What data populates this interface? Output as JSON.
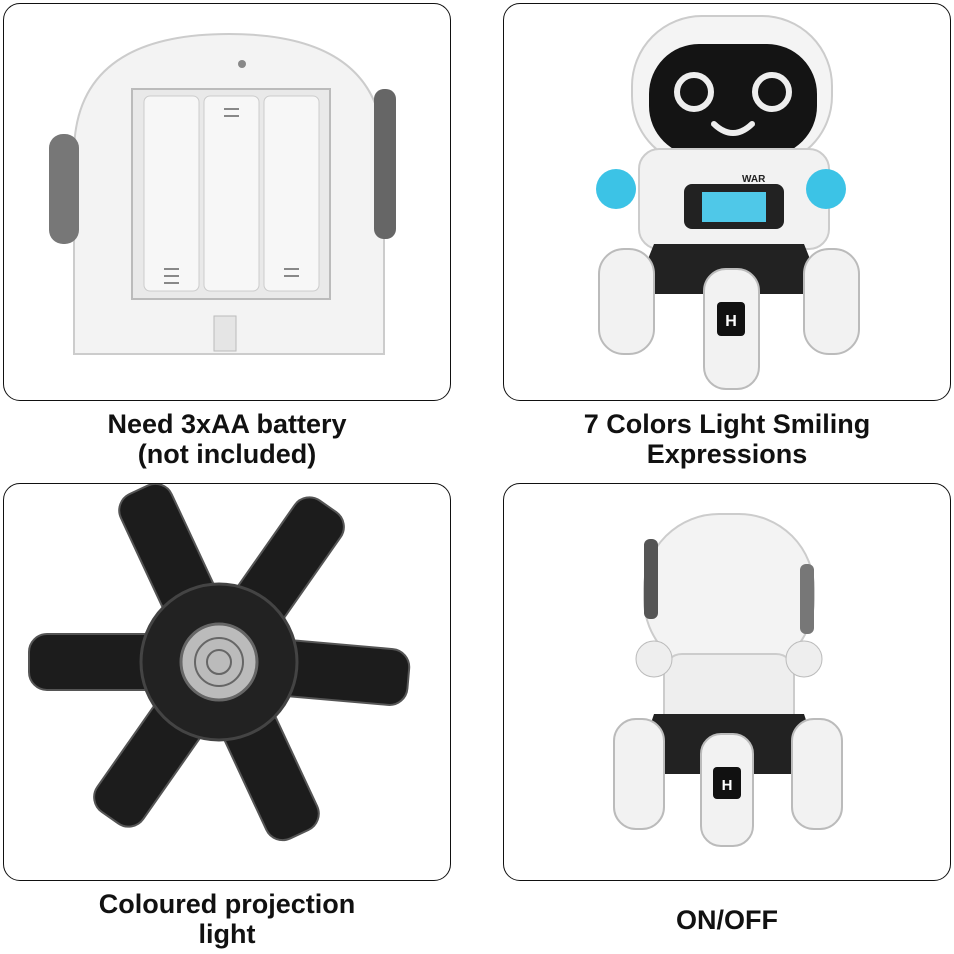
{
  "panels": [
    {
      "caption": [
        "Need 3xAA battery",
        "(not included)"
      ],
      "image": "battery-compartment"
    },
    {
      "caption": [
        "7 Colors Light Smiling",
        "Expressions"
      ],
      "image": "robot-front",
      "chest_label": "WAR",
      "leg_label": "H"
    },
    {
      "caption": [
        "Coloured projection",
        "light"
      ],
      "image": "robot-underside"
    },
    {
      "caption": [
        "ON/OFF"
      ],
      "image": "robot-back",
      "leg_label": "H"
    }
  ],
  "colors": {
    "border": "#111111",
    "light_blue": "#3cc3e6",
    "robot_white": "#f2f2f2",
    "robot_dark": "#222222"
  }
}
